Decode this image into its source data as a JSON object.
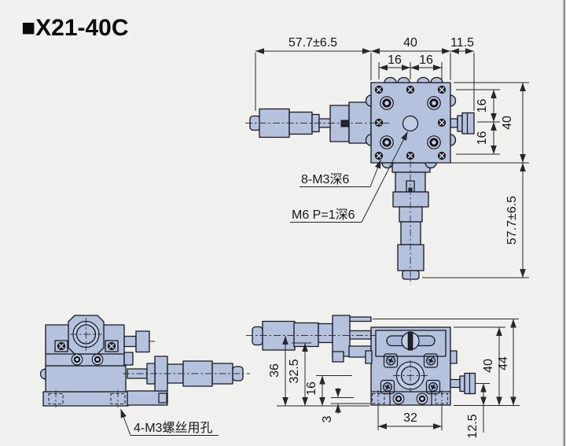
{
  "title": "■X21-40C",
  "colors": {
    "background": "#f0f0ee",
    "part_fill": "#b5c2de",
    "line": "#17171d"
  },
  "top_view": {
    "dim_travel_width": "57.7±6.5",
    "dim_body_width": "40",
    "dim_knob_offset": "11.5",
    "dim_hole_pitch_left": "16",
    "dim_hole_pitch_right": "16",
    "dim_hole_pitch_upper": "16",
    "dim_hole_pitch_lower": "16",
    "dim_body_height": "40",
    "dim_travel_height": "57.7±6.5",
    "note_corner_holes": "8-M3深6",
    "note_center_hole": "M6 P=1深6"
  },
  "side_view": {
    "note_mount_holes": "4-M3螺丝用孔"
  },
  "front_view": {
    "dim_mic_axis_height": "36",
    "dim_clamp_axis_height": "32.5",
    "dim_bore_axis_height": "16",
    "dim_base_lip": "3",
    "dim_mount_hole_span": "32",
    "dim_side_knob_height": "12.5",
    "dim_body_height": "40",
    "dim_overall_height": "44"
  }
}
